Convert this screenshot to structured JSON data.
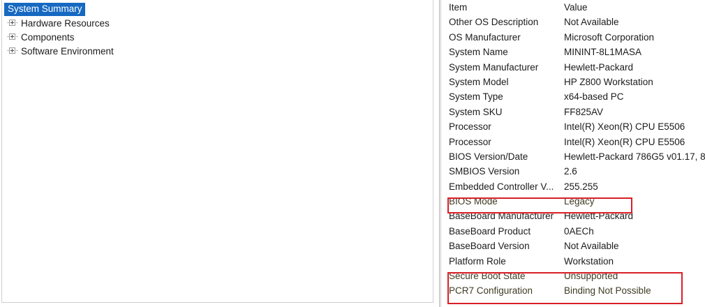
{
  "tree": {
    "selected_node": "System Summary",
    "nodes": [
      {
        "label": "Hardware Resources",
        "expander": "plus-expander-icon"
      },
      {
        "label": "Components",
        "expander": "plus-expander-icon"
      },
      {
        "label": "Software Environment",
        "expander": "plus-expander-icon"
      }
    ]
  },
  "detail": {
    "columns": {
      "item": "Item",
      "value": "Value"
    },
    "rows": [
      {
        "item": "Other OS Description",
        "value": "Not Available"
      },
      {
        "item": "OS Manufacturer",
        "value": "Microsoft Corporation"
      },
      {
        "item": "System Name",
        "value": "MININT-8L1MASA"
      },
      {
        "item": "System Manufacturer",
        "value": "Hewlett-Packard"
      },
      {
        "item": "System Model",
        "value": "HP Z800 Workstation"
      },
      {
        "item": "System Type",
        "value": "x64-based PC"
      },
      {
        "item": "System SKU",
        "value": "FF825AV"
      },
      {
        "item": "Processor",
        "value": "Intel(R) Xeon(R) CPU           E5506"
      },
      {
        "item": "Processor",
        "value": "Intel(R) Xeon(R) CPU           E5506"
      },
      {
        "item": "BIOS Version/Date",
        "value": "Hewlett-Packard 786G5 v01.17, 8/"
      },
      {
        "item": "SMBIOS Version",
        "value": "2.6"
      },
      {
        "item": "Embedded Controller V...",
        "value": "255.255"
      },
      {
        "item": "BIOS Mode",
        "value": "Legacy",
        "highlighted": true
      },
      {
        "item": "BaseBoard Manufacturer",
        "value": "Hewlett-Packard"
      },
      {
        "item": "BaseBoard Product",
        "value": "0AECh"
      },
      {
        "item": "BaseBoard Version",
        "value": "Not Available"
      },
      {
        "item": "Platform Role",
        "value": "Workstation"
      },
      {
        "item": "Secure Boot State",
        "value": "Unsupported",
        "highlighted": true
      },
      {
        "item": "PCR7 Configuration",
        "value": "Binding Not Possible",
        "highlighted": true
      }
    ]
  },
  "annotations": [
    {
      "name": "bios-mode-highlight",
      "color": "#d91f26"
    },
    {
      "name": "secure-boot-highlight",
      "color": "#d91f26"
    }
  ],
  "colors": {
    "selection_blue": "#1669c1",
    "annotation_red": "#d91f26",
    "text": "#1b1b1b"
  }
}
